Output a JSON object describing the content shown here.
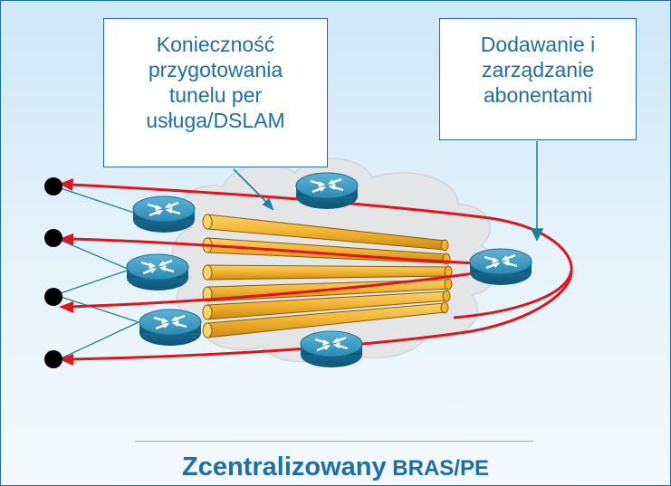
{
  "callouts": {
    "tunnel_note": [
      "Konieczność",
      "przygotowania",
      "tunelu per",
      "usługa/DSLAM"
    ],
    "subscriber_note": [
      "Dodawanie i",
      "zarządzanie",
      "abonentami"
    ]
  },
  "footer": {
    "title_main": "Zcentralizowany",
    "title_suffix": " BRAS/PE"
  },
  "colors": {
    "text_blue": "#1d6fa5",
    "path_red": "#e0141b",
    "tunnel_gold": "#f2b230",
    "router_teal": "#1e7fa6",
    "cloud_grey": "#e3e5e7"
  },
  "icons": [
    "router-icon",
    "subscriber-endpoint",
    "tunnel-pipe",
    "network-cloud"
  ]
}
